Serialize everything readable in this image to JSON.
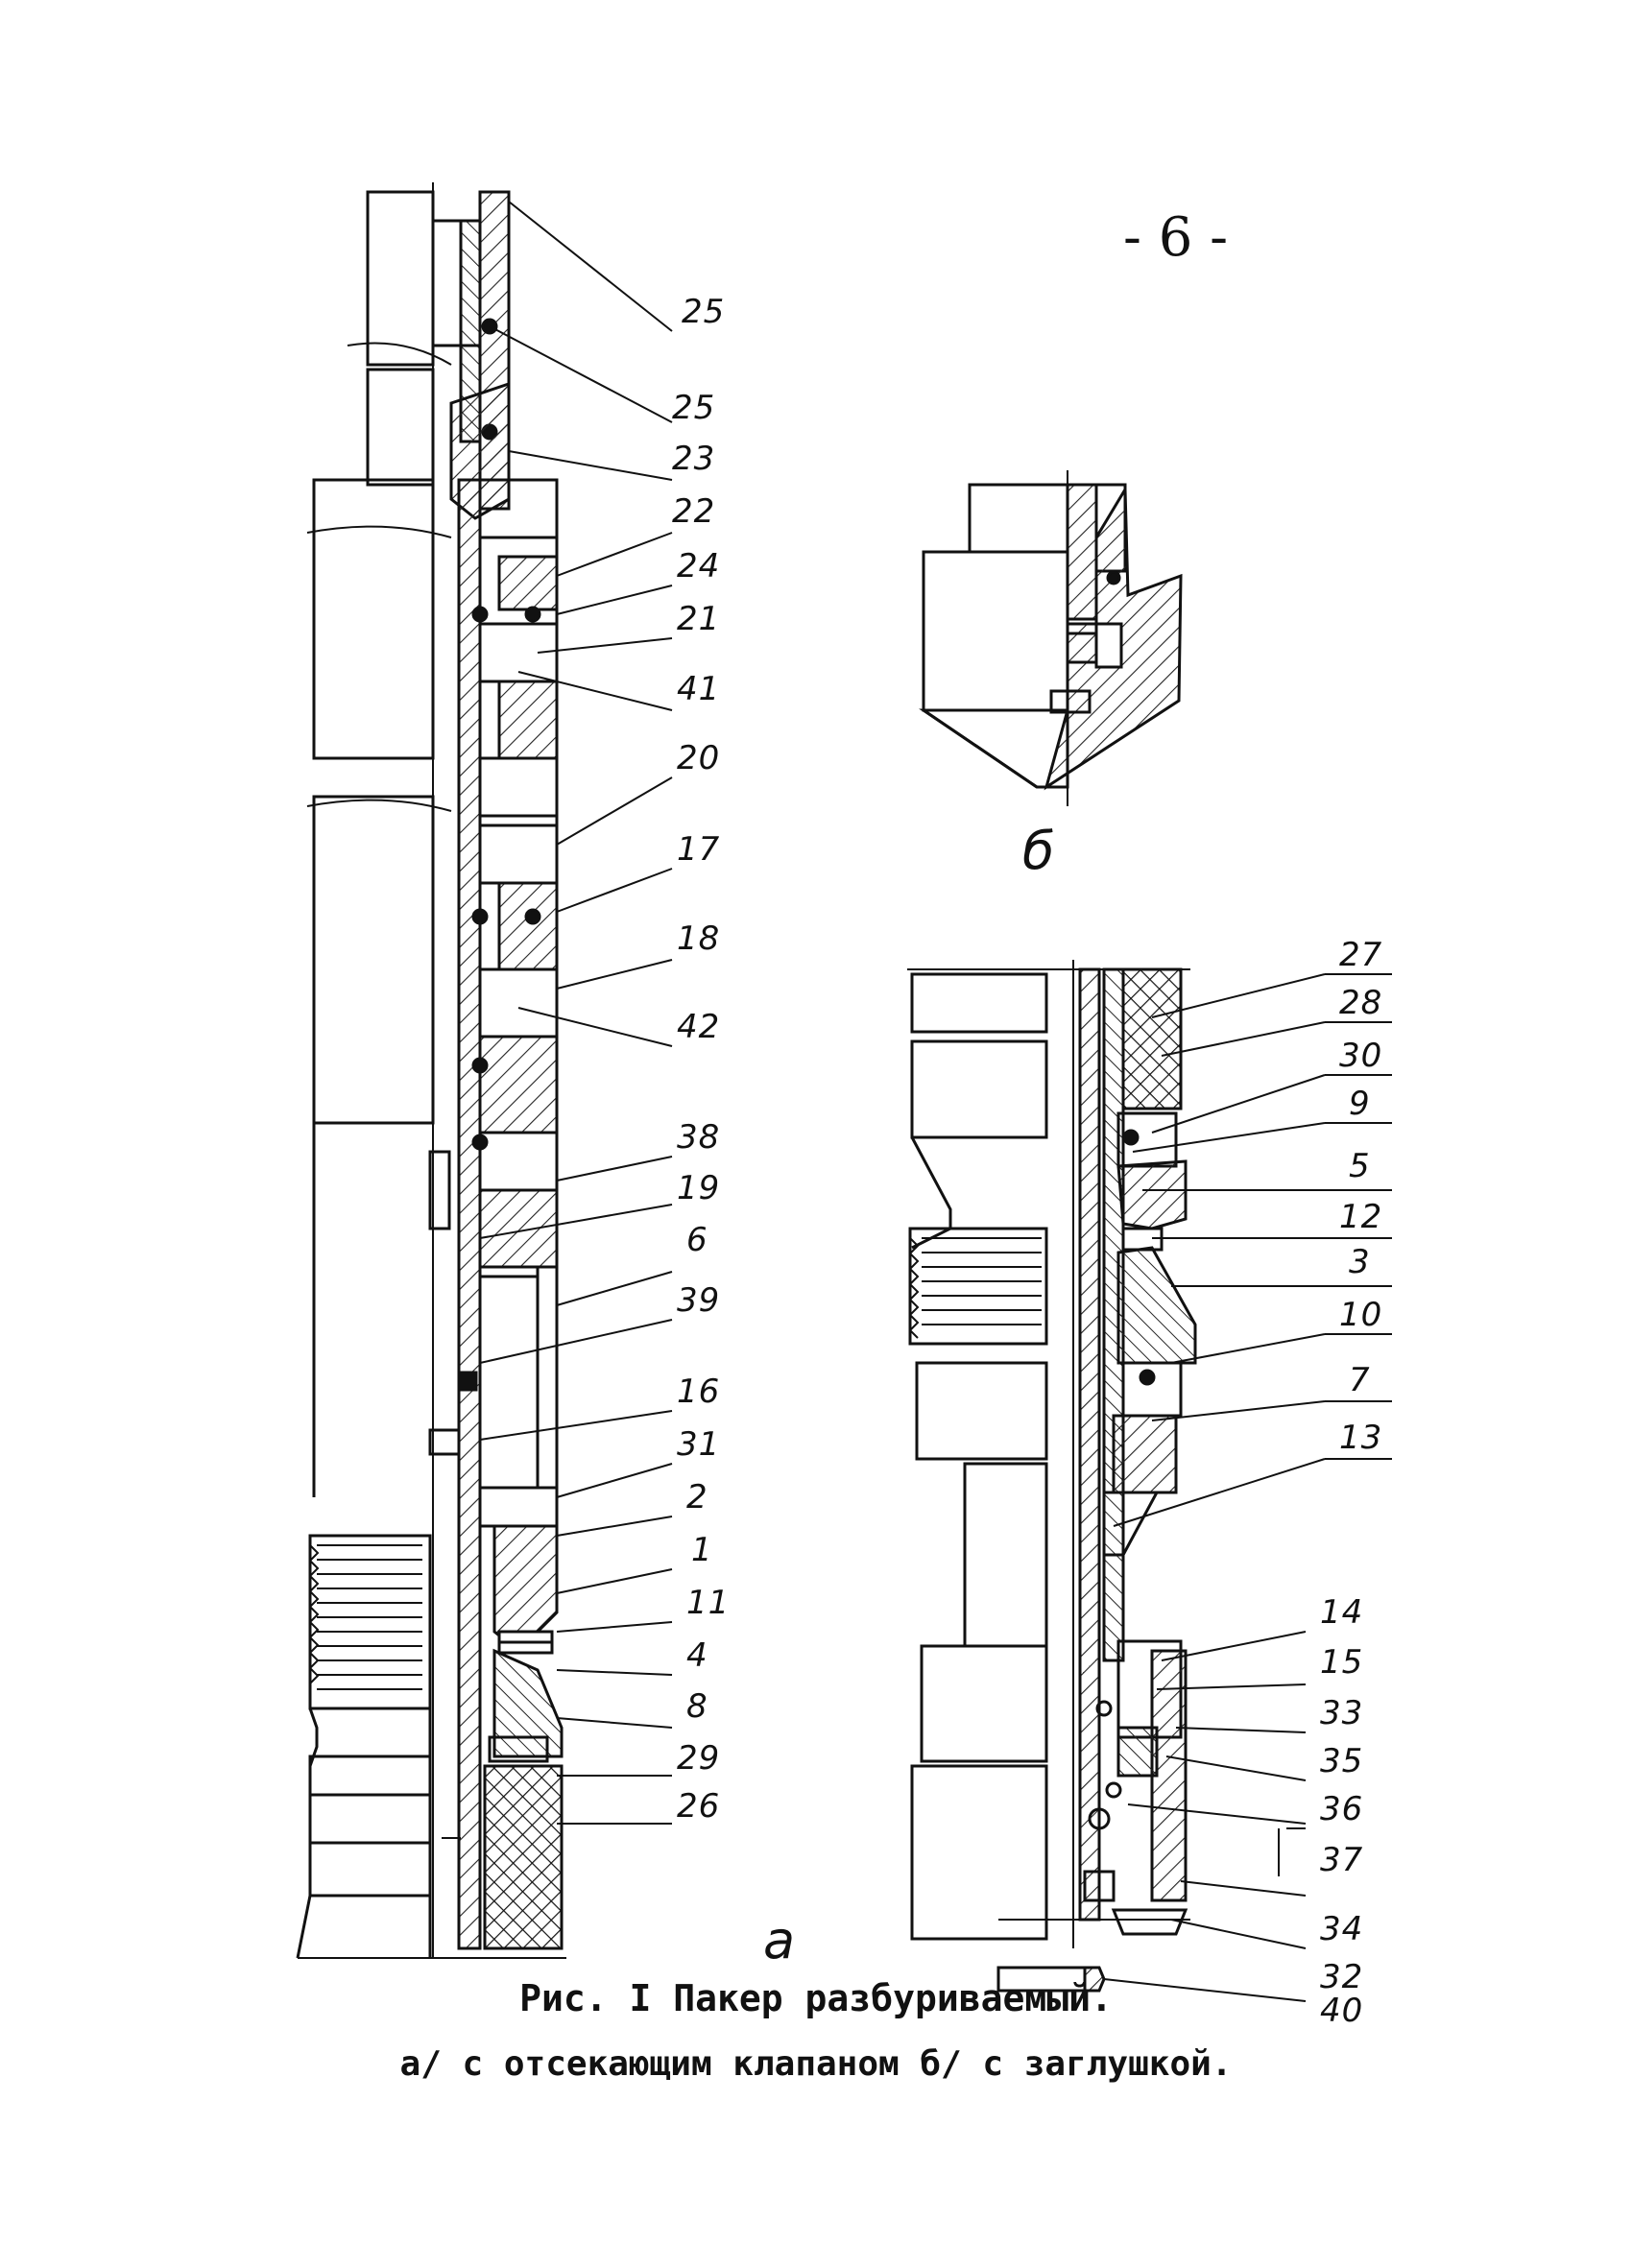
{
  "page_number": "- 6 -",
  "views": {
    "a_label": "a",
    "b_label": "б"
  },
  "caption": {
    "line1": "Рис. I Пакер разбуриваемый.",
    "line2": "а/ с отсекающим клапаном б/ с заглушкой."
  },
  "callouts_a": [
    "25",
    "25",
    "23",
    "22",
    "24",
    "21",
    "41",
    "20",
    "17",
    "18",
    "42",
    "38",
    "19",
    "6",
    "39",
    "16",
    "31",
    "2",
    "1",
    "11",
    "4",
    "8",
    "29",
    "26"
  ],
  "callouts_c": [
    "27",
    "28",
    "30",
    "9",
    "5",
    "12",
    "3",
    "10",
    "7",
    "13",
    "14",
    "15",
    "33",
    "35",
    "36",
    "37",
    "34",
    "32",
    "40"
  ]
}
